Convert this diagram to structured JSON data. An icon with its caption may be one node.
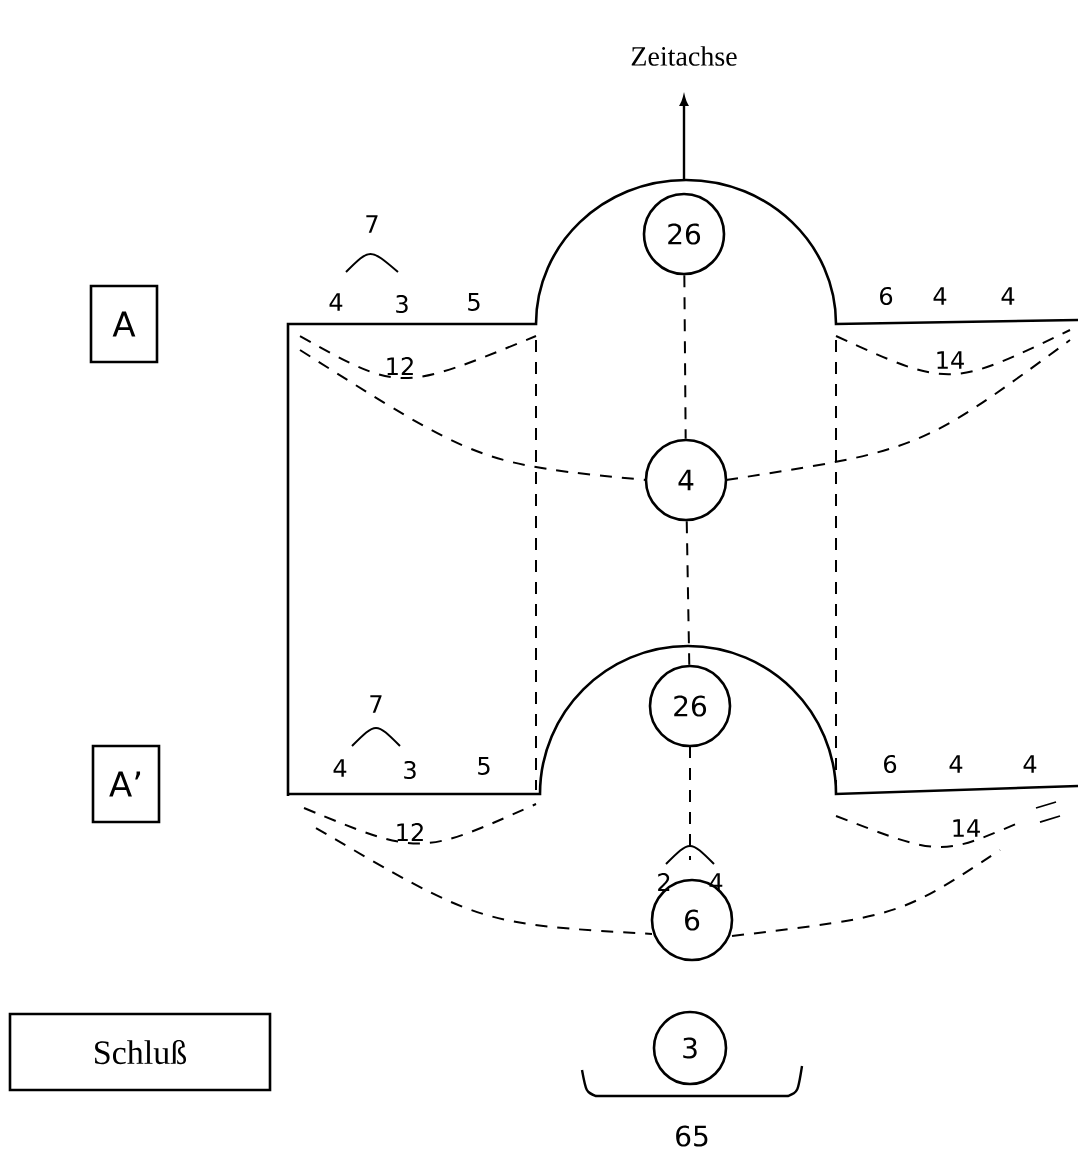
{
  "diagram": {
    "nodes": [
      {
        "text": [
          "A"
        ]
      },
      {
        "text": [
          "26"
        ]
      },
      {
        "text": [
          "4"
        ]
      },
      {
        "text": [
          "A’"
        ]
      },
      {
        "text": [
          "26"
        ]
      },
      {
        "text": [
          "6"
        ]
      },
      {
        "text": [
          "Schluß"
        ]
      },
      {
        "text": [
          "3"
        ]
      }
    ],
    "edges": [
      {
        "from": 1,
        "to": 2,
        "arrow": "none",
        "style": "dashed"
      },
      {
        "from": 2,
        "to": 4,
        "arrow": "none",
        "style": "dashed"
      }
    ],
    "labels": [
      "Zeitachse",
      "7",
      "4",
      "3",
      "5",
      "6",
      "4",
      "4",
      "12",
      "14",
      "7",
      "4",
      "3",
      "5",
      "6",
      "4",
      "4",
      "12",
      "14",
      "2",
      "4",
      "65"
    ]
  }
}
